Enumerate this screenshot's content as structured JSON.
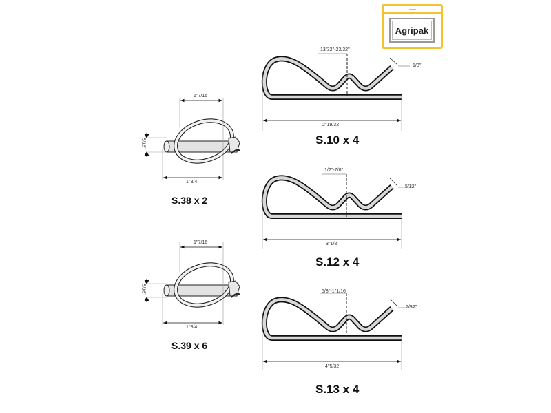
{
  "brand": {
    "logo_text": "Agripak",
    "accent_color": "#f2c230"
  },
  "items": [
    {
      "type": "R-clip",
      "caption": "S.10 x 4",
      "opening_range": "13/32''-23/32''",
      "wire_diameter": "1/8''",
      "length": "2''19/32"
    },
    {
      "type": "R-clip",
      "caption": "S.12 x 4",
      "opening_range": "1/2''-7/8''",
      "wire_diameter": "5/32''",
      "length": "3''1/8"
    },
    {
      "type": "R-clip",
      "caption": "S.13 x 4",
      "opening_range": "5/8''-1''1/16",
      "wire_diameter": "7/32''",
      "length": "4''5/32"
    },
    {
      "type": "Linch pin",
      "caption": "S.38 x 2",
      "ring_width": "1''7/16",
      "pin_diameter": "5/16''",
      "pin_length": "1''3/4"
    },
    {
      "type": "Linch pin",
      "caption": "S.39 x 6",
      "ring_width": "1''7/16",
      "pin_diameter": "5/16''",
      "pin_length": "1''3/4"
    }
  ]
}
